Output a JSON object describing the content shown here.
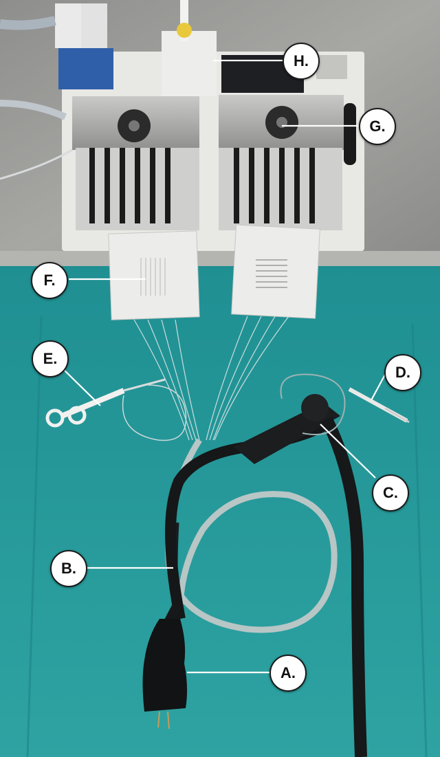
{
  "labels": {
    "a": "A.",
    "b": "B.",
    "c": "C.",
    "d": "D.",
    "e": "E.",
    "f": "F.",
    "g": "G.",
    "h": "H."
  },
  "colors": {
    "drape": "#2a9a9a",
    "table": "#9a9a98",
    "scope": "#151718",
    "label_bg": "#ffffff"
  }
}
